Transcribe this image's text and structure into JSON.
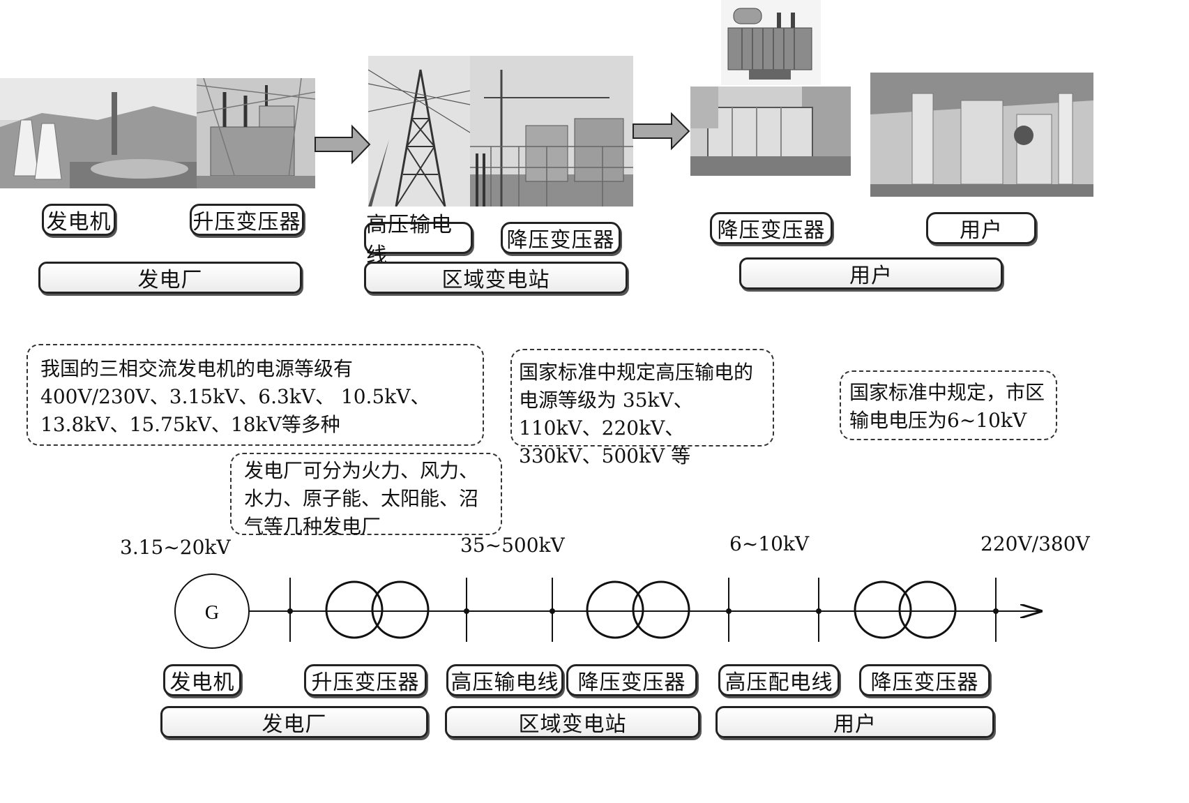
{
  "top_row": {
    "generator_label": "发电机",
    "step_up_label": "升压变压器",
    "power_plant_group": "发电厂",
    "hv_line_label": "高压输电线",
    "step_down_label_1": "降压变压器",
    "substation_group": "区域变电站",
    "step_down_label_2": "降压变压器",
    "user_label": "用户",
    "user_group": "用户"
  },
  "notes": {
    "generator_voltage": "我国的三相交流发电机的电源等级有400V/230V、3.15kV、6.3kV、 10.5kV、 13.8kV、15.75kV、18kV等多种",
    "plant_types": "发电厂可分为火力、风力、水力、原子能、太阳能、沼气等几种发电厂",
    "hv_standard": "国家标准中规定高压输电的电源等级为 35kV、110kV、220kV、330kV、500kV 等",
    "city_standard": "国家标准中规定，市区输电电压为6~10kV"
  },
  "voltages": {
    "v1": "3.15~20kV",
    "v2": "35~500kV",
    "v3": "6~10kV",
    "v4": "220V/380V"
  },
  "schematic": {
    "generator_symbol": "G",
    "labels": {
      "generator": "发电机",
      "step_up": "升压变压器",
      "hv_line": "高压输电线",
      "step_down_1": "降压变压器",
      "hv_distribution": "高压配电线",
      "step_down_2": "降压变压器"
    },
    "groups": {
      "plant": "发电厂",
      "substation": "区域变电站",
      "user": "用户"
    }
  }
}
